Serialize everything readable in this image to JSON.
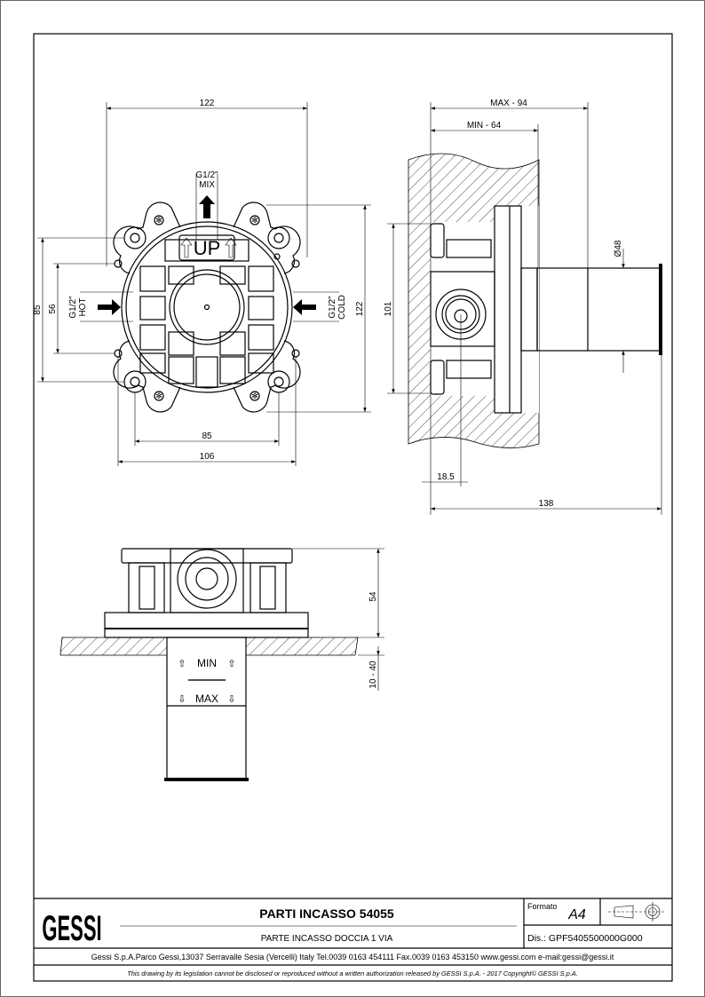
{
  "front_view": {
    "dim_width_top": "122",
    "dim_height_right": "122",
    "dim_left_outer": "85",
    "dim_left_inner": "56",
    "dim_bottom_inner": "85",
    "dim_bottom_outer": "106",
    "mix_thread": "G1/2\"",
    "mix_label": "MIX",
    "hot_thread": "G1/2\"",
    "hot_label": "HOT",
    "cold_thread": "G1/2\"",
    "cold_label": "COLD",
    "up_label": "UP"
  },
  "side_view": {
    "dim_max": "MAX - 94",
    "dim_min": "MIN - 64",
    "dim_height": "101",
    "dim_diameter": "Ø48",
    "dim_offset": "18.5",
    "dim_total": "138"
  },
  "bottom_view": {
    "dim_height": "54",
    "dim_wall": "10 - 40",
    "min_label": "MIN",
    "max_label": "MAX"
  },
  "title_block": {
    "logo": "GESSI",
    "title": "PARTI INCASSO 54055",
    "subtitle": "PARTE INCASSO DOCCIA 1 VIA",
    "format_label": "Formato",
    "format_value": "A4",
    "drawing_number": "Dis.: GPF5405500000G000",
    "address": "Gessi S.p.A.Parco Gessi,13037 Serravalle Sesia (Vercelli) Italy Tel.0039 0163 454111 Fax.0039 0163 453150 www.gessi.com e-mail:gessi@gessi.it",
    "disclaimer": "This drawing by its legislation cannot be disclosed or reproduced without a written authorization released by GESSI S.p.A. - 2017 Copyright© GESSI S.p.A."
  }
}
